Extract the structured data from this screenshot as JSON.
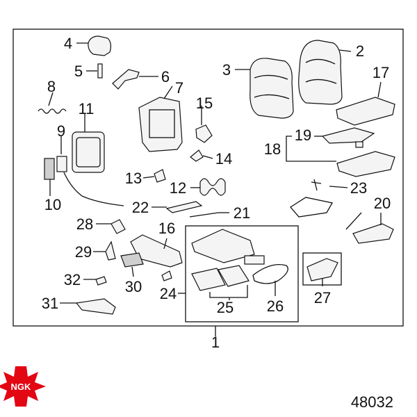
{
  "diagram": {
    "callouts": [
      "1",
      "2",
      "3",
      "4",
      "5",
      "6",
      "7",
      "8",
      "9",
      "10",
      "11",
      "12",
      "13",
      "14",
      "15",
      "16",
      "17",
      "18",
      "19",
      "20",
      "21",
      "22",
      "23",
      "24",
      "25",
      "26",
      "27",
      "28",
      "29",
      "30",
      "31",
      "32"
    ],
    "document_number": "48032",
    "brand": {
      "name": "NGK",
      "color": "#e30613"
    }
  }
}
